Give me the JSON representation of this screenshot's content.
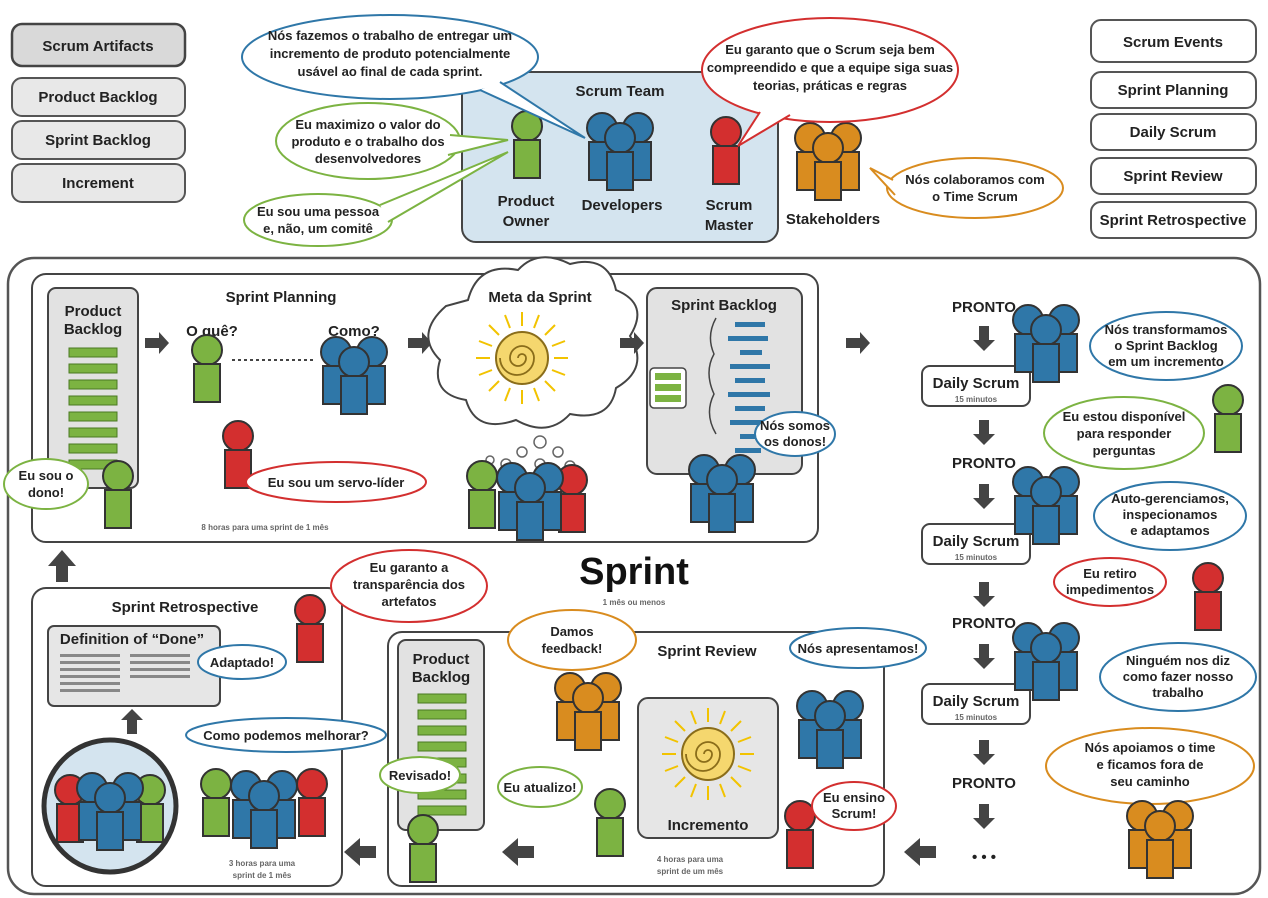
{
  "artifacts": {
    "title": "Scrum Artifacts",
    "items": [
      "Product Backlog",
      "Sprint Backlog",
      "Increment"
    ]
  },
  "events": {
    "title": "Scrum Events",
    "items": [
      "Sprint Planning",
      "Daily Scrum",
      "Sprint Review",
      "Sprint Retrospective"
    ]
  },
  "team": {
    "title": "Scrum Team",
    "po": [
      "Product",
      "Owner"
    ],
    "dev": "Developers",
    "sm": [
      "Scrum",
      "Master"
    ],
    "stakeholders": "Stakeholders"
  },
  "bubbles": {
    "dev_top": [
      "Nós fazemos o trabalho de entregar um",
      "incremento de produto potencialmente",
      "usável ao final de cada sprint."
    ],
    "sm_top": [
      "Eu garanto que o Scrum seja bem",
      "compreendido e que a equipe siga suas",
      "teorias, práticas e regras"
    ],
    "po_value": [
      "Eu maximizo o valor do",
      "produto e o trabalho dos",
      "desenvolvedores"
    ],
    "po_person": [
      "Eu sou uma pessoa",
      "e, não, um comitê"
    ],
    "stake": [
      "Nós colaboramos com",
      "o Time Scrum"
    ],
    "po_owner": [
      "Eu sou o",
      "dono!"
    ],
    "servant": "Eu sou um servo-líder",
    "owners": [
      "Nós somos",
      "os donos!"
    ],
    "transform": [
      "Nós transformamos",
      "o Sprint Backlog",
      "em um incremento"
    ],
    "available": [
      "Eu estou disponível",
      "para responder",
      "perguntas"
    ],
    "self": [
      "Auto-gerenciamos,",
      "inspecionamos",
      "e adaptamos"
    ],
    "impediments": [
      "Eu retiro",
      "impedimentos"
    ],
    "nobody": [
      "Ninguém nos diz",
      "como fazer nosso",
      "trabalho"
    ],
    "support": [
      "Nós apoiamos o time",
      "e ficamos fora de",
      "seu caminho"
    ],
    "transparency": [
      "Eu garanto a",
      "transparência dos",
      "artefatos"
    ],
    "adapted": "Adaptado!",
    "improve": "Como podemos melhorar?",
    "feedback": [
      "Damos",
      "feedback!"
    ],
    "present": "Nós apresentamos!",
    "update": "Eu atualizo!",
    "reviewed": "Revisado!",
    "teach": [
      "Eu ensino",
      "Scrum!"
    ]
  },
  "planning": {
    "title": "Sprint Planning",
    "backlog": [
      "Product",
      "Backlog"
    ],
    "what": "O quê?",
    "how": "Como?",
    "duration": "8 horas para uma sprint de 1 mês",
    "goal": "Meta da Sprint",
    "sprint_backlog": "Sprint Backlog"
  },
  "daily": {
    "done": "PRONTO",
    "name": "Daily Scrum",
    "duration": "15 minutos",
    "ellipsis": "• • •"
  },
  "sprint": {
    "title": "Sprint",
    "duration": "1 mês ou menos"
  },
  "retro": {
    "title": "Sprint Retrospective",
    "dod": "Definition of “Done”",
    "duration": [
      "3 horas para uma",
      "sprint de 1 mês"
    ]
  },
  "review": {
    "title": "Sprint Review",
    "backlog": [
      "Product",
      "Backlog"
    ],
    "increment": "Incremento",
    "duration": [
      "4 horas para uma",
      "sprint de um mês"
    ]
  },
  "colors": {
    "green": "#7cb342",
    "blue": "#2f77a8",
    "red": "#d32f2f",
    "orange": "#d98c1f",
    "teal_panel": "#d4e4ef"
  }
}
